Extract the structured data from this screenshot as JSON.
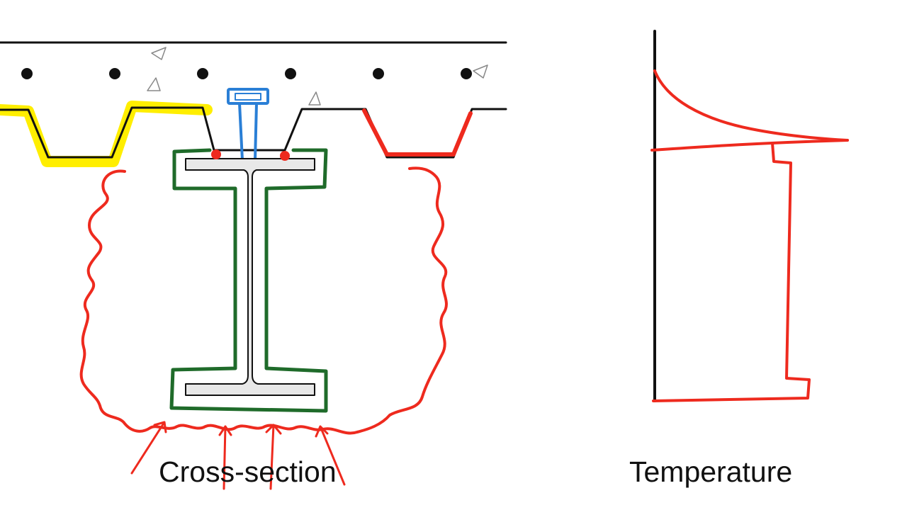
{
  "labels": {
    "cross_section": "Cross-section",
    "temperature": "Temperature"
  },
  "colors": {
    "ink": "#111111",
    "heat": "#ee2a1e",
    "heated_deck": "#ffee00",
    "insulation": "#1f6b2a",
    "shear_stud": "#2a7fd6",
    "steel": "#e8e8e8",
    "aggregate": "#888888"
  },
  "icons": [
    "rebar-dot",
    "aggregate-triangle",
    "fire-arrow"
  ]
}
